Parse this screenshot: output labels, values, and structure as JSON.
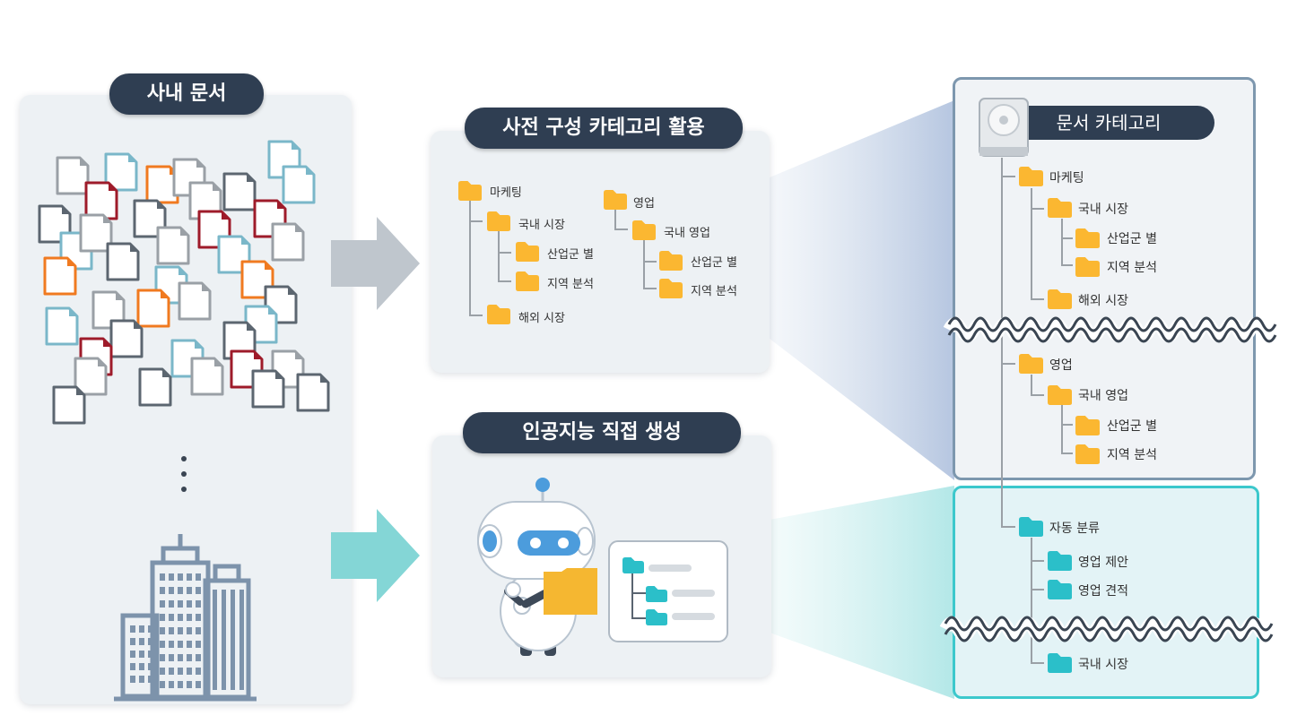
{
  "left_panel": {
    "title": "사내 문서"
  },
  "top_middle": {
    "title": "사전 구성 카테고리 활용",
    "tree": {
      "marketing": "마케팅",
      "domestic_market": "국내 시장",
      "by_industry": "산업군 별",
      "regional_analysis": "지역 분석",
      "overseas_market": "해외 시장",
      "sales": "영업",
      "domestic_sales": "국내 영업",
      "by_industry_2": "산업군 별",
      "regional_analysis_2": "지역 분석"
    }
  },
  "bottom_middle": {
    "title": "인공지능 직접 생성"
  },
  "right_panel": {
    "title": "문서 카테고리",
    "tree": {
      "marketing": "마케팅",
      "domestic_market": "국내 시장",
      "by_industry": "산업군 별",
      "regional_analysis": "지역 분석",
      "overseas_market": "해외 시장",
      "sales": "영업",
      "domestic_sales": "국내 영업",
      "by_industry_2": "산업군 별",
      "regional_analysis_2": "지역 분석"
    },
    "auto": {
      "auto_classify": "자동 분류",
      "sales_proposal": "영업 제안",
      "sales_quote": "영업 견적",
      "domestic_market": "국내 시장"
    }
  },
  "colors": {
    "pill": "#2f3e52",
    "folder_orange": "#fbb731",
    "folder_teal": "#2bbfc9",
    "arrow_gray": "#bfc6cd",
    "arrow_teal": "#84d6d6",
    "doc_red": "#9e1b2a",
    "doc_orange": "#f07a20",
    "doc_teal": "#7ab7c9",
    "doc_gray": "#9aa0a6",
    "doc_dark": "#5c6670"
  }
}
